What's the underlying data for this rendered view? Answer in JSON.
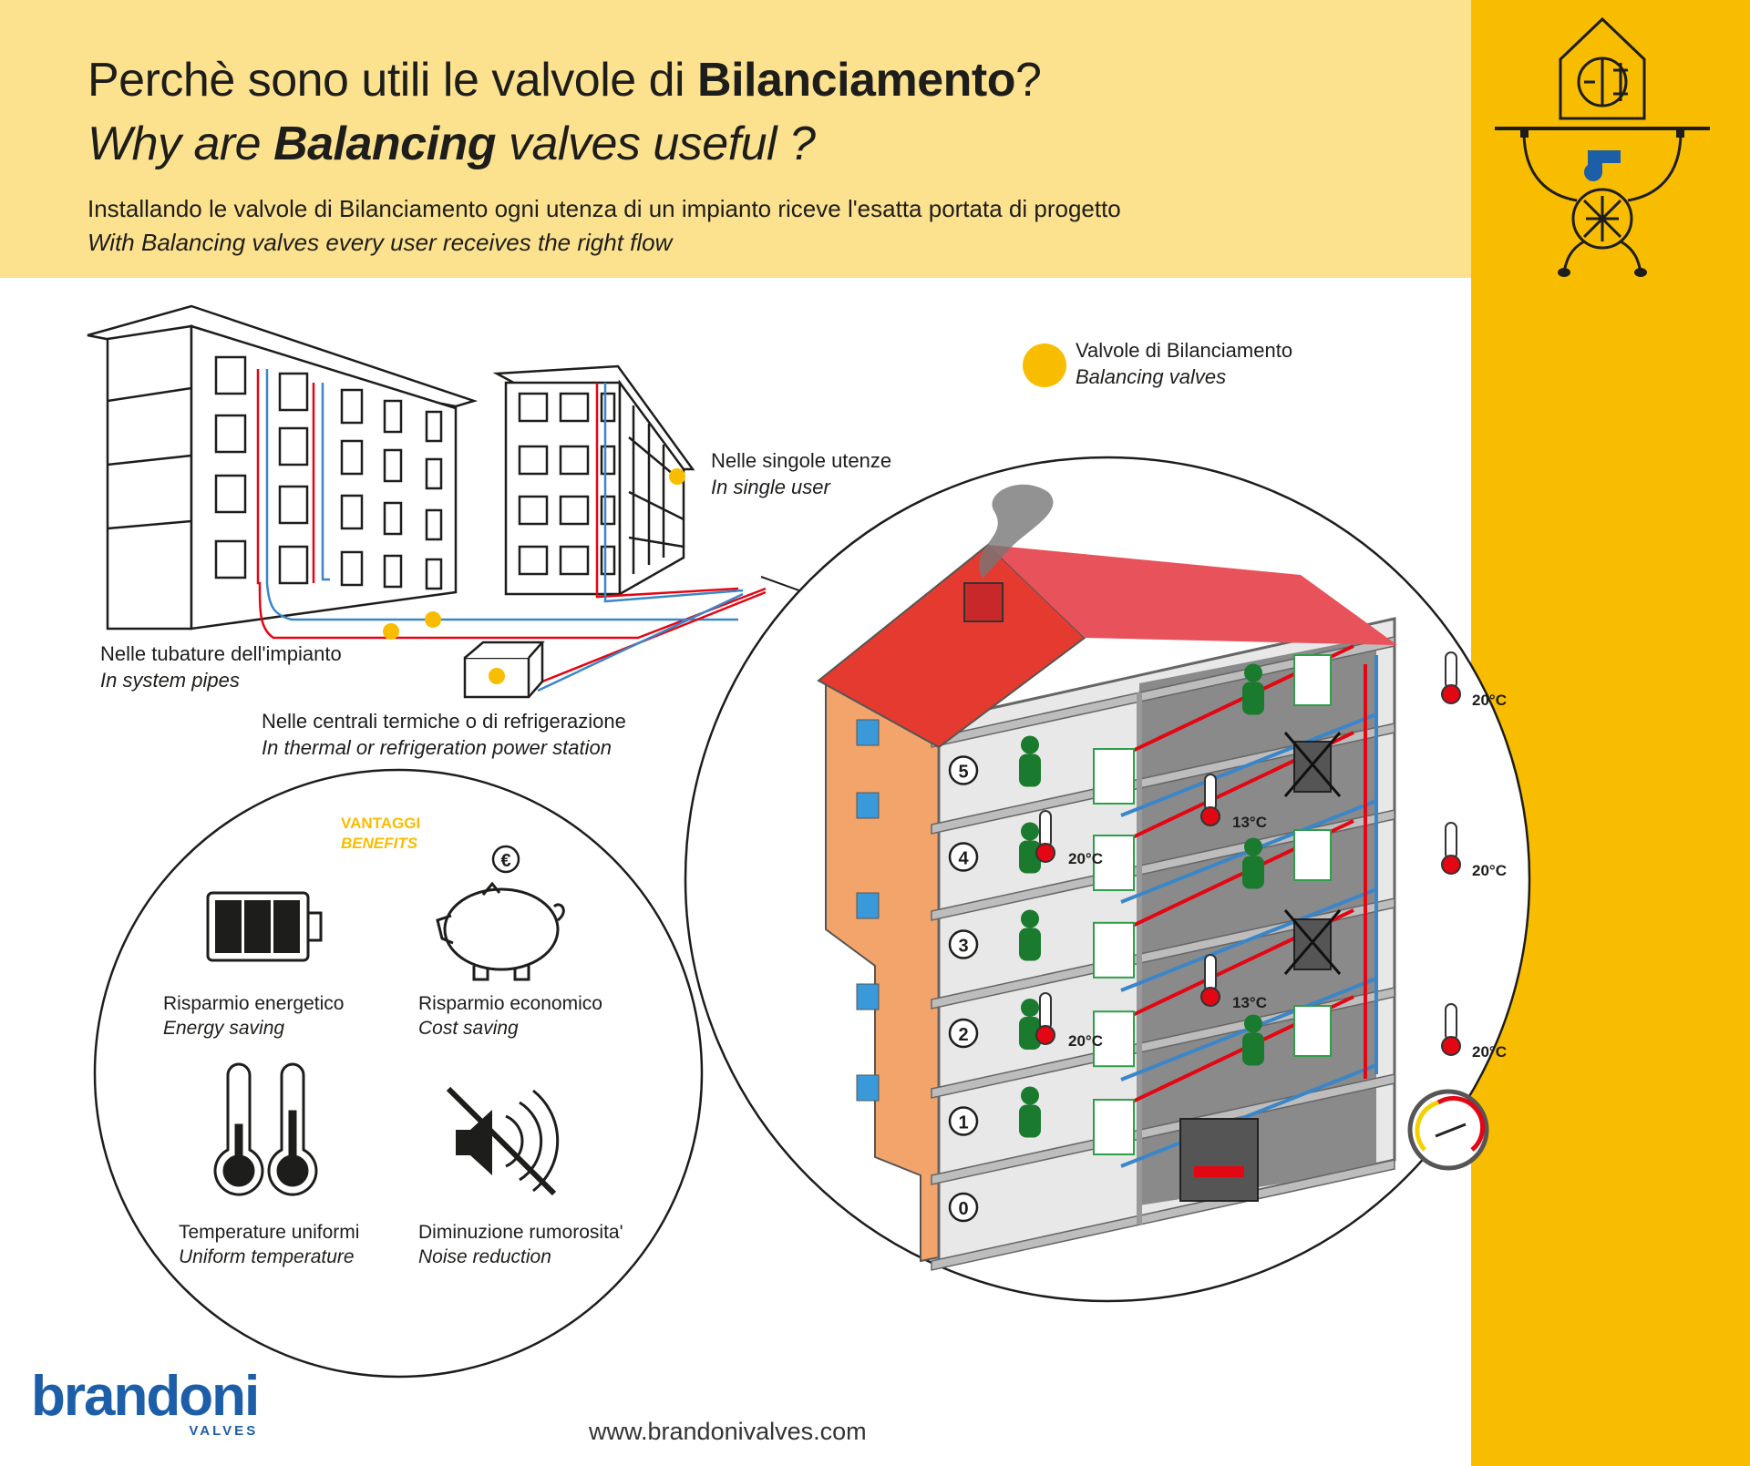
{
  "header": {
    "title_it_prefix": "Perchè sono utili le valvole di ",
    "title_it_bold": "Bilanciamento",
    "title_it_suffix": "?",
    "title_en_prefix": "Why are ",
    "title_en_bold": "Balancing",
    "title_en_suffix": " valves useful ?",
    "subtitle_it": "Installando le valvole di Bilanciamento ogni utenza di un impianto riceve l'esatta portata di progetto",
    "subtitle_en": "With Balancing valves every user receives the right flow"
  },
  "legend": {
    "it": "Valvole di Bilanciamento",
    "en": "Balancing valves",
    "color": "#f9bd00"
  },
  "locations": [
    {
      "it": "Nelle singole utenze",
      "en": "In single user"
    },
    {
      "it": "Nelle tubature dell'impianto",
      "en": "In system pipes"
    },
    {
      "it": "Nelle centrali termiche o di refrigerazione",
      "en": "In thermal or refrigeration power station"
    }
  ],
  "benefits": {
    "title_it": "VANTAGGI",
    "title_en": "BENEFITS",
    "items": [
      {
        "it": "Risparmio energetico",
        "en": "Energy saving",
        "icon": "battery-icon"
      },
      {
        "it": "Risparmio economico",
        "en": "Cost saving",
        "icon": "piggy-bank-icon"
      },
      {
        "it": "Temperature uniformi",
        "en": "Uniform temperature",
        "icon": "thermometers-icon"
      },
      {
        "it": "Diminuzione rumorosita'",
        "en": "Noise reduction",
        "icon": "muted-speaker-icon"
      }
    ],
    "euro_symbol": "€"
  },
  "building": {
    "floors": [
      "0",
      "1",
      "2",
      "3",
      "4",
      "5"
    ],
    "inside_temps": [
      {
        "floor": "4",
        "left": "20°C",
        "right": "13°C"
      },
      {
        "floor": "2",
        "left": "20°C",
        "right": "13°C"
      }
    ],
    "outside_temps": [
      "20°C",
      "20°C",
      "20°C"
    ]
  },
  "colors": {
    "header_bg": "#fce28e",
    "brand_yellow": "#f9bd00",
    "hot_pipe": "#e30613",
    "cold_pipe": "#3a86c8",
    "brand_blue": "#1d5ea8"
  },
  "footer": {
    "brand": "brandoni",
    "brand_sub": "VALVES",
    "url": "www.brandonivalves.com"
  }
}
